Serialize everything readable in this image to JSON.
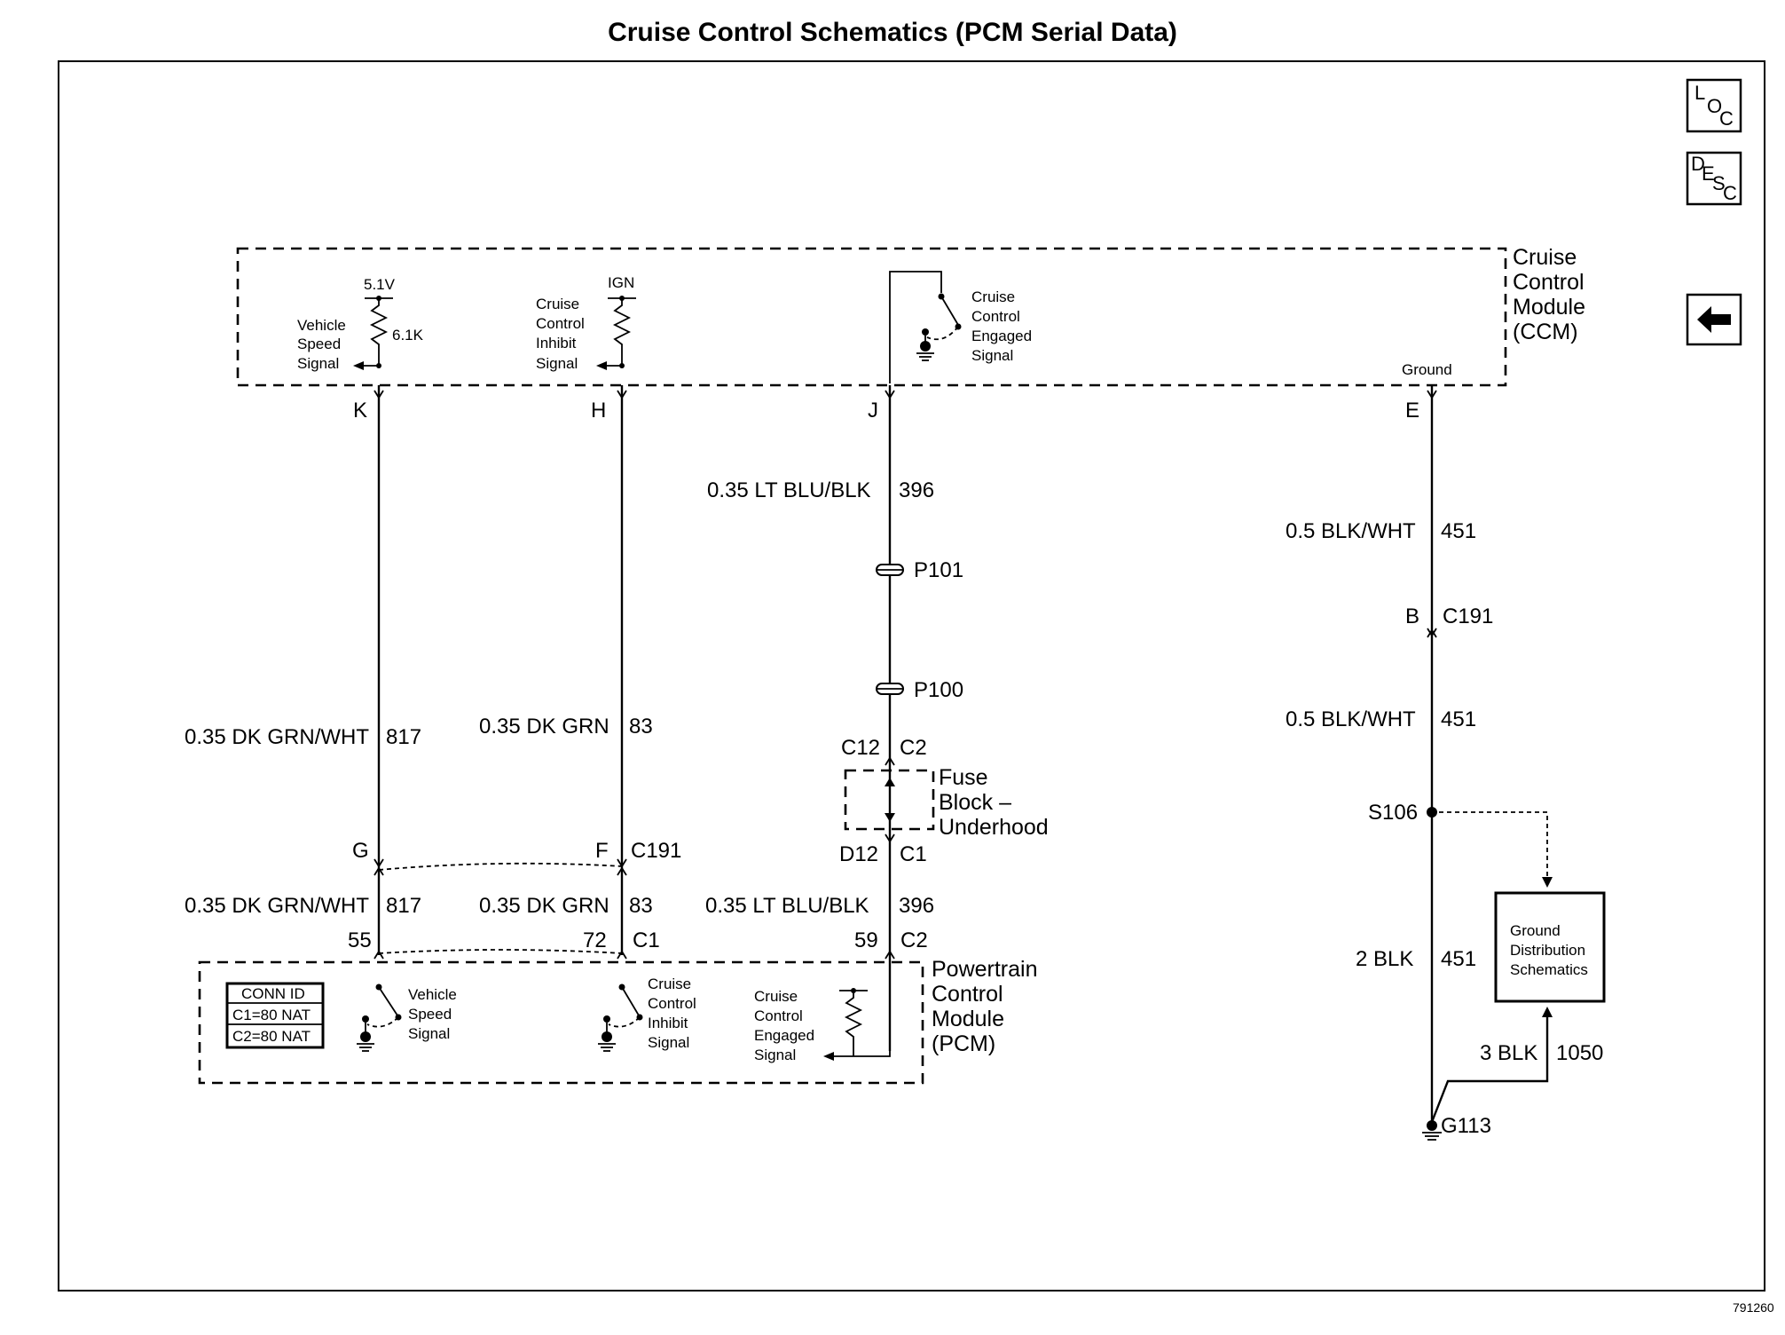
{
  "title": "Cruise Control Schematics (PCM Serial Data)",
  "doc_number": "791260",
  "nav": {
    "loc_label": [
      "L",
      "O",
      "C"
    ],
    "desc_label": [
      "D",
      "E",
      "S",
      "C"
    ],
    "back_icon": "left-arrow-icon"
  },
  "ccm": {
    "name": [
      "Cruise",
      "Control",
      "Module",
      "(CCM)"
    ],
    "vss": {
      "voltage": "5.1V",
      "resistor": "6.1K",
      "label": [
        "Vehicle",
        "Speed",
        "Signal"
      ]
    },
    "inhibit": {
      "source": "IGN",
      "label": [
        "Cruise",
        "Control",
        "Inhibit",
        "Signal"
      ]
    },
    "engaged": {
      "label": [
        "Cruise",
        "Control",
        "Engaged",
        "Signal"
      ]
    },
    "ground_label": "Ground",
    "pins": {
      "K": "K",
      "H": "H",
      "J": "J",
      "E": "E"
    }
  },
  "wires": {
    "w817_upper": {
      "gauge_color": "0.35 DK GRN/WHT",
      "circuit": "817"
    },
    "w83_upper": {
      "gauge_color": "0.35 DK GRN",
      "circuit": "83"
    },
    "w396_upper": {
      "gauge_color": "0.35 LT BLU/BLK",
      "circuit": "396"
    },
    "w451_a": {
      "gauge_color": "0.5 BLK/WHT",
      "circuit": "451"
    },
    "w451_b": {
      "gauge_color": "0.5 BLK/WHT",
      "circuit": "451"
    },
    "w817_lower": {
      "gauge_color": "0.35 DK GRN/WHT",
      "circuit": "817"
    },
    "w83_lower": {
      "gauge_color": "0.35 DK GRN",
      "circuit": "83"
    },
    "w396_lower": {
      "gauge_color": "0.35 LT BLU/BLK",
      "circuit": "396"
    },
    "w451_c": {
      "gauge_color": "2 BLK",
      "circuit": "451"
    },
    "w1050": {
      "gauge_color": "3 BLK",
      "circuit": "1050"
    }
  },
  "connectors": {
    "p101": "P101",
    "p100": "P100",
    "c191_b": {
      "pin": "B",
      "name": "C191"
    },
    "c191_gf": {
      "pin_g": "G",
      "pin_f": "F",
      "name": "C191"
    },
    "fuse_top": {
      "pin": "C12",
      "name": "C2"
    },
    "fuse_bottom": {
      "pin": "D12",
      "name": "C1"
    },
    "pcm_c1": {
      "pin_55": "55",
      "pin_72": "72",
      "name": "C1"
    },
    "pcm_c2": {
      "pin_59": "59",
      "name": "C2"
    }
  },
  "fuse_block": [
    "Fuse",
    "Block –",
    "Underhood"
  ],
  "splice": "S106",
  "ground_point": "G113",
  "ground_dist": [
    "Ground",
    "Distribution",
    "Schematics"
  ],
  "pcm": {
    "name": [
      "Powertrain",
      "Control",
      "Module",
      "(PCM)"
    ],
    "vss_label": [
      "Vehicle",
      "Speed",
      "Signal"
    ],
    "inhibit_label": [
      "Cruise",
      "Control",
      "Inhibit",
      "Signal"
    ],
    "engaged_label": [
      "Cruise",
      "Control",
      "Engaged",
      "Signal"
    ],
    "conn_id": {
      "title": "CONN ID",
      "c1": "C1=80 NAT",
      "c2": "C2=80 NAT"
    }
  }
}
